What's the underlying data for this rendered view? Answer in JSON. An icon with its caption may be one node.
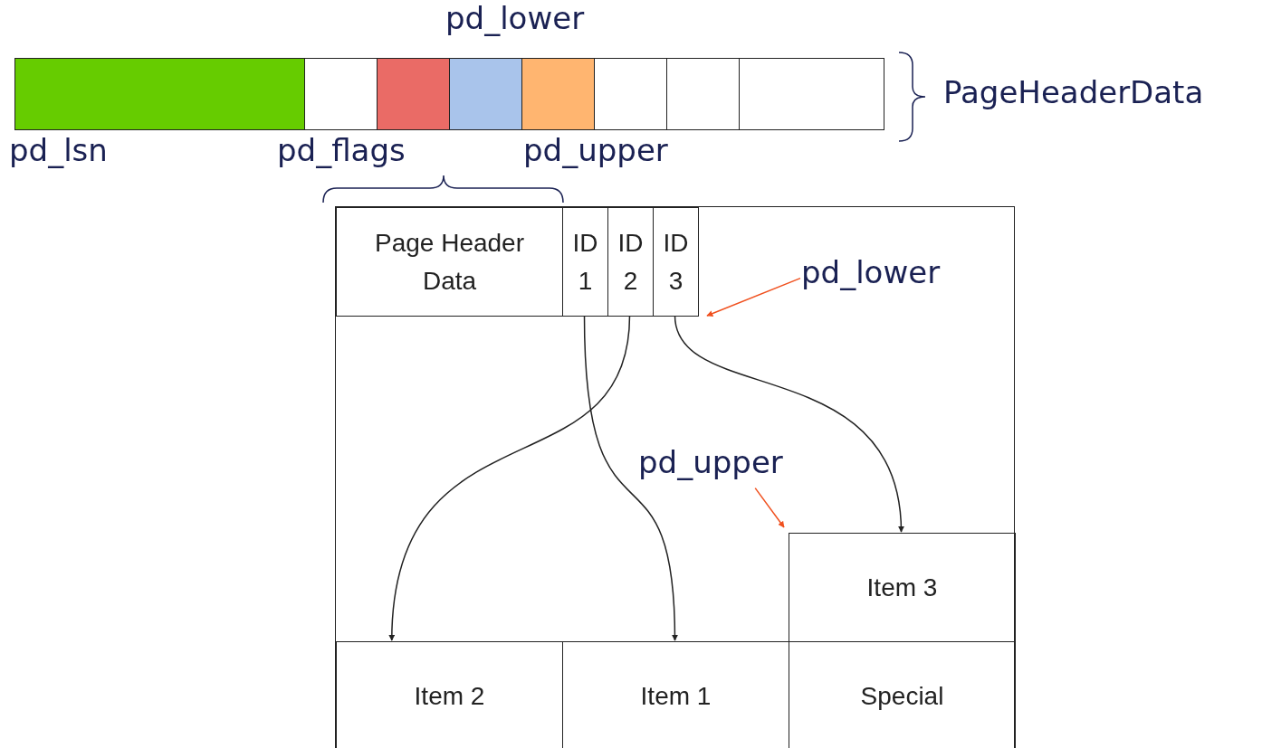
{
  "diagram": {
    "nodes": [
      {
        "text": [],
        "shape": "box",
        "beside": [
          "pd_lsn"
        ]
      },
      {
        "text": [],
        "shape": "box"
      },
      {
        "text": [],
        "shape": "box"
      },
      {
        "text": [],
        "shape": "box"
      },
      {
        "text": [],
        "shape": "box"
      },
      {
        "text": [],
        "shape": "box"
      },
      {
        "text": [],
        "shape": "box"
      },
      {
        "text": [],
        "shape": "box"
      },
      {
        "text": [],
        "shape": "box"
      },
      {
        "text": [
          "Page Header Data"
        ],
        "in": 8
      },
      {
        "text": [
          "ID 1"
        ],
        "in": 8
      },
      {
        "text": [
          "ID 2"
        ],
        "in": 8
      },
      {
        "text": [
          "ID 3"
        ],
        "in": 8
      },
      {
        "text": [
          "Item 3"
        ],
        "in": 8
      },
      {
        "text": [
          "Item 2"
        ],
        "in": 8
      },
      {
        "text": [
          "Item 1"
        ],
        "in": 8
      },
      {
        "text": [
          "Special"
        ],
        "in": 8
      },
      {
        "text": [
          "pd_lower"
        ],
        "in": 8
      },
      {
        "text": [
          "pd_upper"
        ],
        "in": 8
      }
    ],
    "edges": [
      {
        "from": 10,
        "to": 15,
        "arrow": "to"
      },
      {
        "from": 11,
        "to": 14,
        "arrow": "to"
      },
      {
        "from": 12,
        "to": 13,
        "arrow": "to"
      },
      {
        "from": 17,
        "to": 12,
        "arrow": "to",
        "color": "#f0501e"
      },
      {
        "from": 18,
        "to": 13,
        "arrow": "to",
        "color": "#f0501e"
      }
    ],
    "labels": [
      "pd_lower",
      "PageHeaderData",
      "pd_flags",
      "pd_upper"
    ]
  }
}
